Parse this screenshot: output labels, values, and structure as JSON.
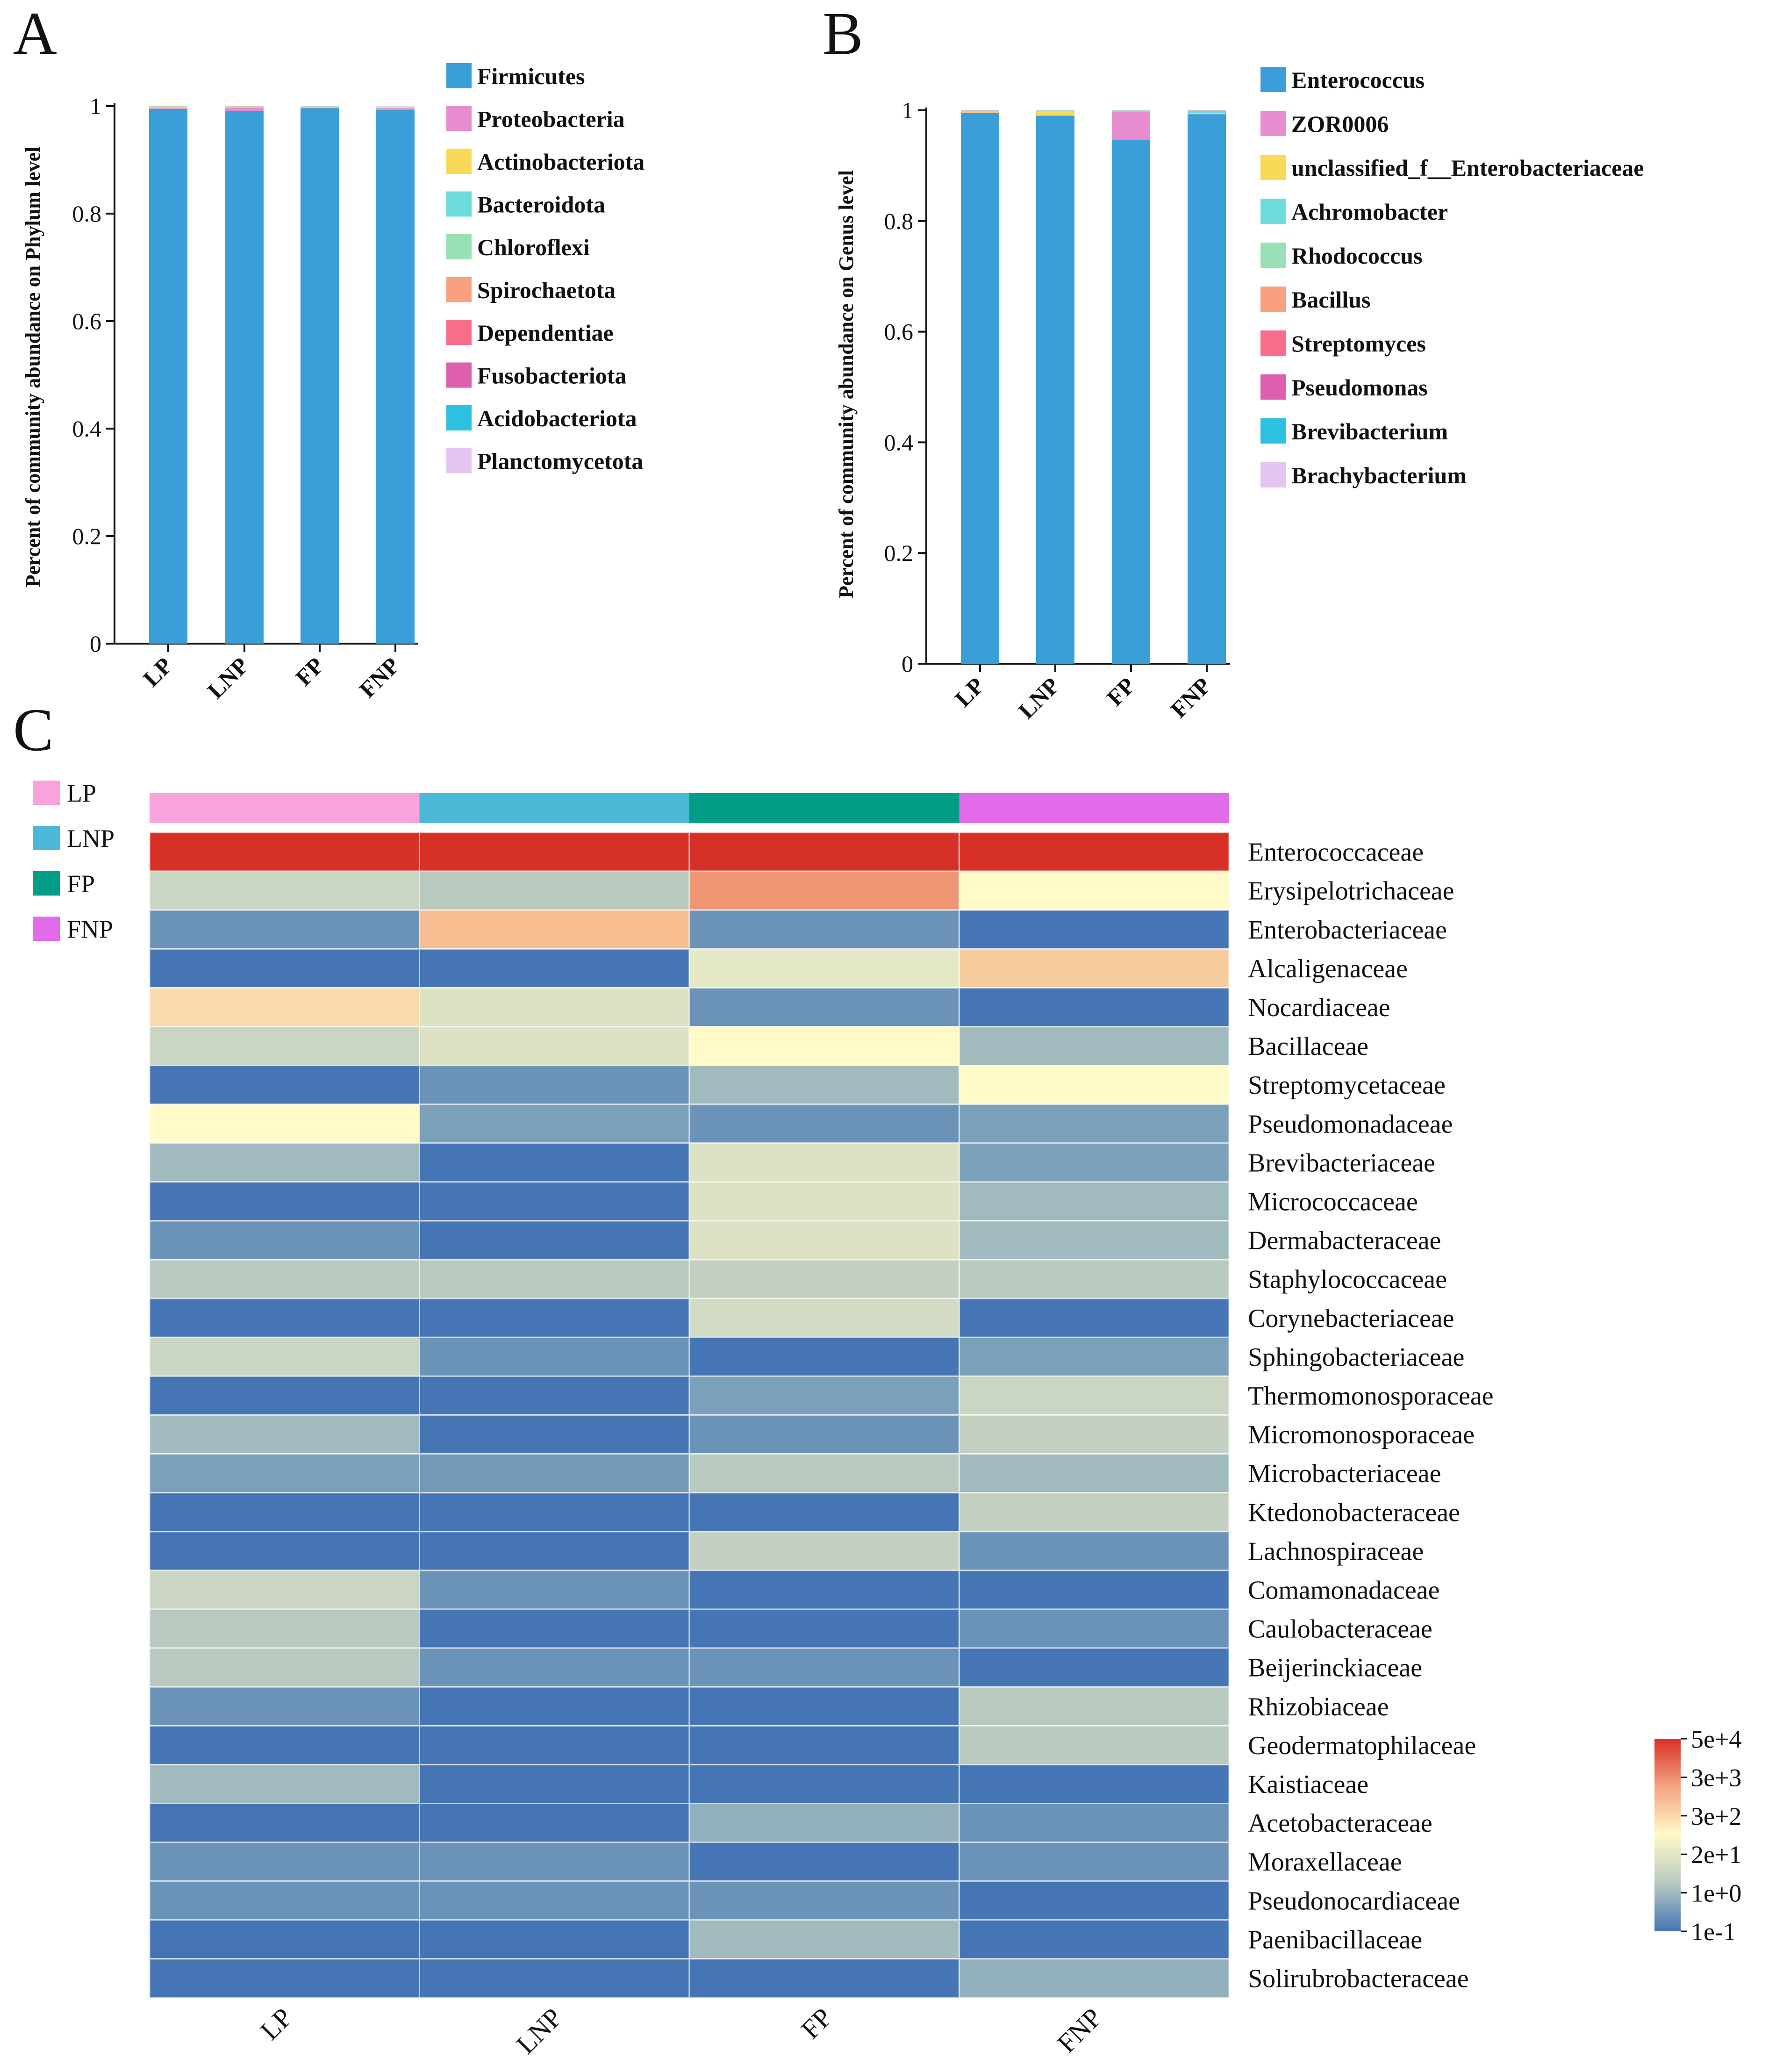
{
  "panels": {
    "a": "A",
    "b": "B",
    "c": "C"
  },
  "chart_data": [
    {
      "type": "bar",
      "stacked": true,
      "categories": [
        "LP",
        "LNP",
        "FP",
        "FNP"
      ],
      "ylabel": "Percent of community abundance on Phylum level",
      "xlabel": "",
      "ylim": [
        0,
        1
      ],
      "yticks": [
        0,
        0.2,
        0.4,
        0.6,
        0.8,
        1
      ],
      "ytick_labels": [
        "0",
        "0.2",
        "0.4",
        "0.6",
        "0.8",
        "1"
      ],
      "grid": false,
      "legend_position": "right",
      "series": [
        {
          "name": "Firmicutes",
          "color": "#3a9fd8",
          "values": [
            0.995,
            0.991,
            0.996,
            0.993
          ]
        },
        {
          "name": "Proteobacteria",
          "color": "#e68ccf",
          "values": [
            0.001,
            0.006,
            0.001,
            0.003
          ]
        },
        {
          "name": "Actinobacteriota",
          "color": "#f9d957",
          "values": [
            0.003,
            0.002,
            0.002,
            0.002
          ]
        },
        {
          "name": "Bacteroidota",
          "color": "#6edcdc",
          "values": [
            0.0005,
            0.0005,
            0.0005,
            0.0005
          ]
        },
        {
          "name": "Chloroflexi",
          "color": "#99e0b4",
          "values": [
            0.0002,
            0.0002,
            0.0002,
            0.0002
          ]
        },
        {
          "name": "Spirochaetota",
          "color": "#f9a080",
          "values": [
            0.0002,
            0.0002,
            0.0002,
            0.0002
          ]
        },
        {
          "name": "Dependentiae",
          "color": "#f76d8a",
          "values": [
            0.0001,
            0.0001,
            0.0001,
            0.0001
          ]
        },
        {
          "name": "Fusobacteriota",
          "color": "#de5fae",
          "values": [
            0.0001,
            0.0001,
            0.0001,
            0.0001
          ]
        },
        {
          "name": "Acidobacteriota",
          "color": "#2ec0e0",
          "values": [
            0.0001,
            0.0001,
            0.0001,
            0.0001
          ]
        },
        {
          "name": "Planctomycetota",
          "color": "#e4c4f0",
          "values": [
            0.0001,
            0.0001,
            0.0001,
            0.0001
          ]
        }
      ]
    },
    {
      "type": "bar",
      "stacked": true,
      "categories": [
        "LP",
        "LNP",
        "FP",
        "FNP"
      ],
      "ylabel": "Percent of community abundance on Genus level",
      "xlabel": "",
      "ylim": [
        0,
        1
      ],
      "yticks": [
        0,
        0.2,
        0.4,
        0.6,
        0.8,
        1
      ],
      "ytick_labels": [
        "0",
        "0.2",
        "0.4",
        "0.6",
        "0.8",
        "1"
      ],
      "grid": false,
      "legend_position": "right",
      "series": [
        {
          "name": "Enterococcus",
          "color": "#3a9fd8",
          "values": [
            0.995,
            0.99,
            0.946,
            0.993
          ]
        },
        {
          "name": "ZOR0006",
          "color": "#e68ccf",
          "values": [
            0.001,
            0.001,
            0.052,
            0.001
          ]
        },
        {
          "name": "unclassified_f__Enterobacteriaceae",
          "color": "#f9d957",
          "values": [
            0.002,
            0.008,
            0.001,
            0.001
          ]
        },
        {
          "name": "Achromobacter",
          "color": "#6edcdc",
          "values": [
            0.001,
            0.0005,
            0.0005,
            0.004
          ]
        },
        {
          "name": "Rhodococcus",
          "color": "#99e0b4",
          "values": [
            0.0005,
            0.0003,
            0.0003,
            0.0005
          ]
        },
        {
          "name": "Bacillus",
          "color": "#f9a080",
          "values": [
            0.0002,
            0.0002,
            0.0002,
            0.0002
          ]
        },
        {
          "name": "Streptomyces",
          "color": "#f76d8a",
          "values": [
            0.0001,
            0.0001,
            0.0001,
            0.0001
          ]
        },
        {
          "name": "Pseudomonas",
          "color": "#de5fae",
          "values": [
            0.0001,
            0.0001,
            0.0001,
            0.0001
          ]
        },
        {
          "name": "Brevibacterium",
          "color": "#2ec0e0",
          "values": [
            0.0001,
            0.0001,
            0.0001,
            0.0001
          ]
        },
        {
          "name": "Brachybacterium",
          "color": "#e4c4f0",
          "values": [
            0.0001,
            0.0001,
            0.0001,
            0.0001
          ]
        }
      ]
    },
    {
      "type": "heatmap",
      "columns": [
        "LP",
        "LNP",
        "FP",
        "FNP"
      ],
      "group_colors": [
        "#f9a3dc",
        "#4cb8d8",
        "#009e86",
        "#e36be8"
      ],
      "rows": [
        "Enterococcaceae",
        "Erysipelotrichaceae",
        "Enterobacteriaceae",
        "Alcaligenaceae",
        "Nocardiaceae",
        "Bacillaceae",
        "Streptomycetaceae",
        "Pseudomonadaceae",
        "Brevibacteriaceae",
        "Micrococcaceae",
        "Dermabacteraceae",
        "Staphylococcaceae",
        "Corynebacteriaceae",
        "Sphingobacteriaceae",
        "Thermomonosporaceae",
        "Micromonosporaceae",
        "Microbacteriaceae",
        "Ktedonobacteraceae",
        "Lachnospiraceae",
        "Comamonadaceae",
        "Caulobacteraceae",
        "Beijerinckiaceae",
        "Rhizobiaceae",
        "Geodermatophilaceae",
        "Kaistiaceae",
        "Acetobacteraceae",
        "Moraxellaceae",
        "Pseudonocardiaceae",
        "Paenibacillaceae",
        "Solirubrobacteraceae"
      ],
      "scale": "log10",
      "values": [
        [
          50000,
          50000,
          50000,
          50000
        ],
        [
          5,
          3,
          2000,
          20
        ],
        [
          0.5,
          400,
          0.5,
          0.1
        ],
        [
          0.1,
          0.1,
          10,
          200
        ],
        [
          100,
          8,
          0.5,
          0.1
        ],
        [
          5,
          8,
          20,
          2
        ],
        [
          0.1,
          0.5,
          2,
          20
        ],
        [
          20,
          1,
          0.5,
          1
        ],
        [
          2,
          0.1,
          8,
          1
        ],
        [
          0.1,
          0.1,
          8,
          2
        ],
        [
          0.5,
          0.1,
          8,
          2
        ],
        [
          3,
          3,
          4,
          3
        ],
        [
          0.1,
          0.1,
          6,
          0.1
        ],
        [
          5,
          0.5,
          0.1,
          1
        ],
        [
          0.1,
          0.1,
          1,
          5
        ],
        [
          2,
          0.1,
          0.5,
          4
        ],
        [
          1,
          0.7,
          3,
          2
        ],
        [
          0.1,
          0.1,
          0.1,
          4
        ],
        [
          0.1,
          0.1,
          4,
          0.5
        ],
        [
          5,
          0.5,
          0.1,
          0.1
        ],
        [
          3,
          0.1,
          0.1,
          0.5
        ],
        [
          3,
          0.5,
          0.5,
          0.1
        ],
        [
          0.5,
          0.1,
          0.1,
          3
        ],
        [
          0.1,
          0.1,
          0.1,
          3
        ],
        [
          2,
          0.1,
          0.1,
          0.1
        ],
        [
          0.1,
          0.1,
          1.5,
          0.5
        ],
        [
          0.5,
          0.5,
          0.1,
          0.5
        ],
        [
          0.5,
          0.5,
          0.5,
          0.1
        ],
        [
          0.1,
          0.1,
          2,
          0.1
        ],
        [
          0.1,
          0.1,
          0.1,
          1.5
        ]
      ],
      "colorbar": {
        "labels": [
          "5e+4",
          "3e+3",
          "3e+2",
          "2e+1",
          "1e+0",
          "1e-1"
        ],
        "colors": [
          "#d73027",
          "#f4a582",
          "#fffac8",
          "#b8c9c0",
          "#4575b4"
        ]
      },
      "legend_position": "top-left"
    }
  ]
}
